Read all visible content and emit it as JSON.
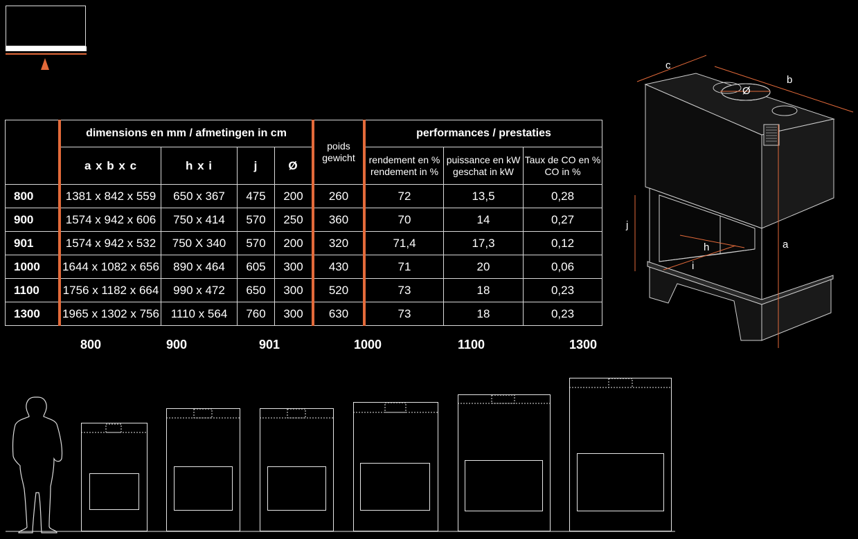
{
  "table": {
    "group_dimensions": "dimensions en mm / afmetingen in cm",
    "group_performances": "performances / prestaties",
    "col_abc": "a  x  b  x  c",
    "col_hi": "h  x  i",
    "col_j": "j",
    "col_phi": "Ø",
    "col_poids_1": "poids",
    "col_poids_2": "gewicht",
    "col_rend_1": "rendement en %",
    "col_rend_2": "rendement in %",
    "col_puis_1": "puissance en kW",
    "col_puis_2": "geschat in kW",
    "col_co_1": "Taux de CO en %",
    "col_co_2": "CO in %",
    "rows": [
      {
        "model": "800",
        "abc": "1381 x 842 x 559",
        "hi": "650 x 367",
        "j": "475",
        "phi": "200",
        "poids": "260",
        "rend": "72",
        "puis": "13,5",
        "co": "0,28"
      },
      {
        "model": "900",
        "abc": "1574 x 942 x 606",
        "hi": "750 x 414",
        "j": "570",
        "phi": "250",
        "poids": "360",
        "rend": "70",
        "puis": "14",
        "co": "0,27"
      },
      {
        "model": "901",
        "abc": "1574 x 942 x 532",
        "hi": "750 X 340",
        "j": "570",
        "phi": "200",
        "poids": "320",
        "rend": "71,4",
        "puis": "17,3",
        "co": "0,12"
      },
      {
        "model": "1000",
        "abc": "1644 x 1082 x 656",
        "hi": "890 x 464",
        "j": "605",
        "phi": "300",
        "poids": "430",
        "rend": "71",
        "puis": "20",
        "co": "0,06"
      },
      {
        "model": "1100",
        "abc": "1756 x 1182 x 664",
        "hi": "990 x 472",
        "j": "650",
        "phi": "300",
        "poids": "520",
        "rend": "73",
        "puis": "18",
        "co": "0,23"
      },
      {
        "model": "1300",
        "abc": "1965 x 1302 x 756",
        "hi": "1110 x 564",
        "j": "760",
        "phi": "300",
        "poids": "630",
        "rend": "73",
        "puis": "18",
        "co": "0,23"
      }
    ]
  },
  "model_labels": [
    "800",
    "900",
    "901",
    "1000",
    "1100",
    "1300"
  ],
  "diagram": {
    "label_c": "c",
    "label_b": "b",
    "label_phi": "Ø",
    "label_j": "j",
    "label_a": "a",
    "label_h": "h",
    "label_i": "i"
  },
  "colors": {
    "accent": "#e36a3a",
    "background": "#000000",
    "line": "#ffffff"
  },
  "icons": [
    "front-view-marker-icon",
    "person-silhouette-icon"
  ]
}
